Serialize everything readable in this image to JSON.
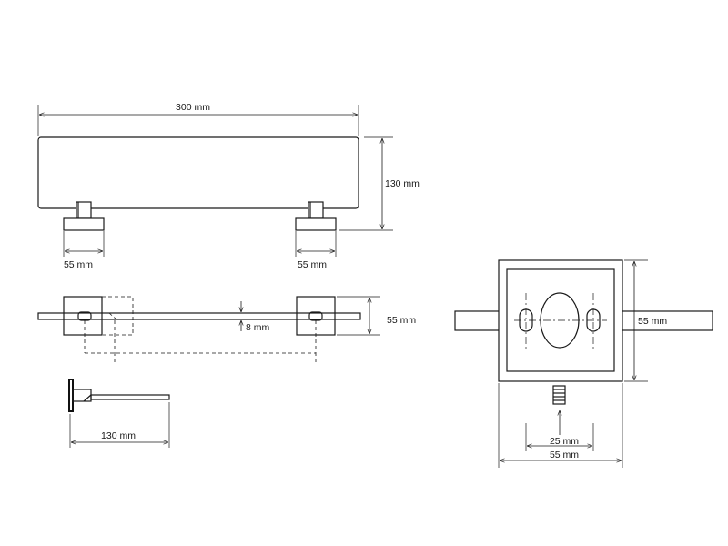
{
  "dimensions": {
    "front_width": "300 mm",
    "front_height": "130 mm",
    "front_left_bracket": "55 mm",
    "front_right_bracket": "55 mm",
    "top_depth": "55 mm",
    "top_glass_thickness": "8 mm",
    "side_depth": "130 mm",
    "bracket_height": "55 mm",
    "bracket_hole_spacing": "25 mm",
    "bracket_width": "55 mm"
  }
}
